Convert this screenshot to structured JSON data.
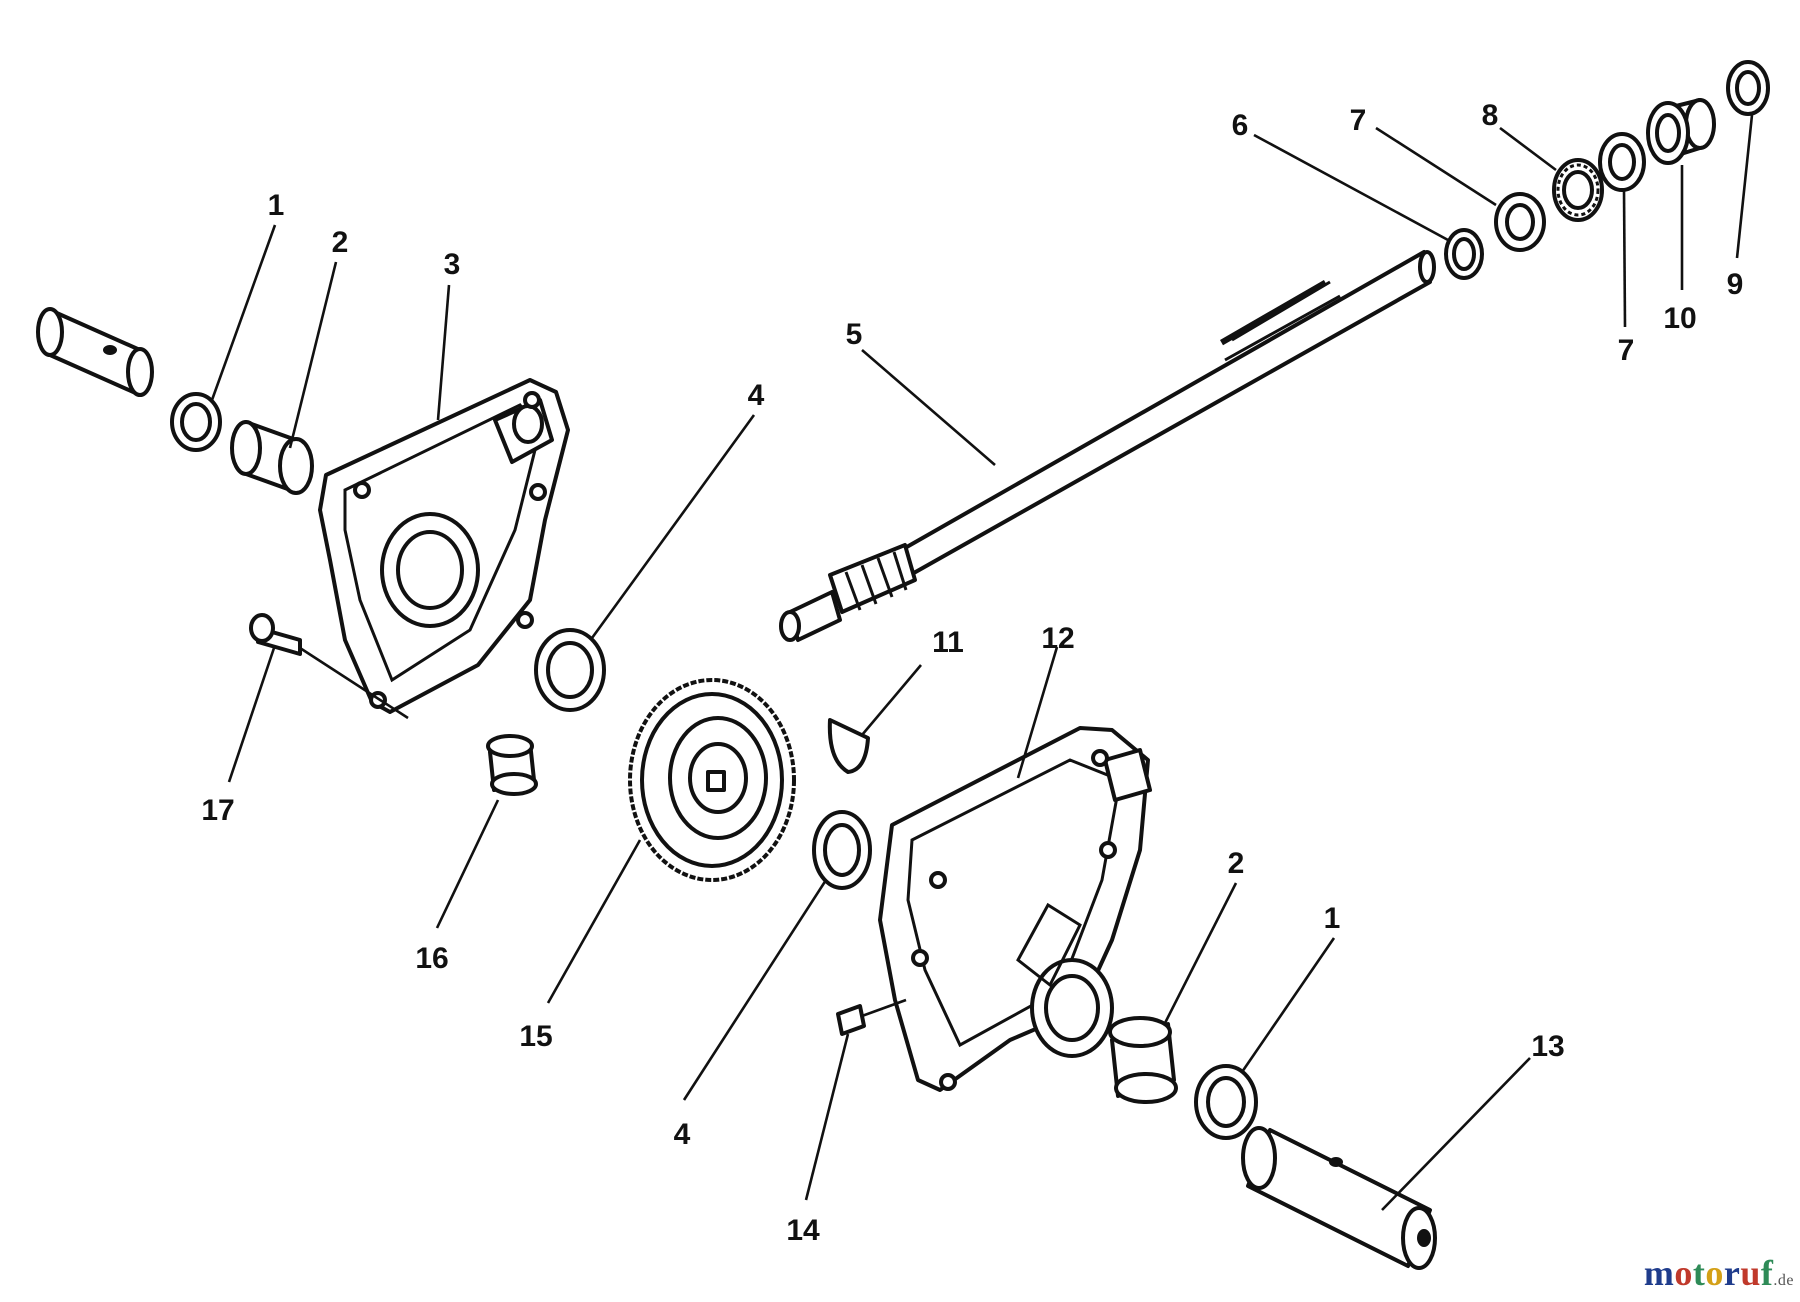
{
  "callouts": {
    "c1a": "1",
    "c2a": "2",
    "c3": "3",
    "c4a": "4",
    "c5": "5",
    "c6": "6",
    "c7a": "7",
    "c8": "8",
    "c7b": "7",
    "c10": "10",
    "c9": "9",
    "c11": "11",
    "c12": "12",
    "c17": "17",
    "c16": "16",
    "c15": "15",
    "c4b": "4",
    "c14": "14",
    "c2b": "2",
    "c1b": "1",
    "c13": "13"
  },
  "watermark": {
    "text": "motoruf",
    "suffix": ".de",
    "colors": [
      "#1f3c8c",
      "#c0392b",
      "#2e8b57",
      "#d4a017",
      "#1f3c8c",
      "#c0392b",
      "#2e8b57"
    ]
  }
}
